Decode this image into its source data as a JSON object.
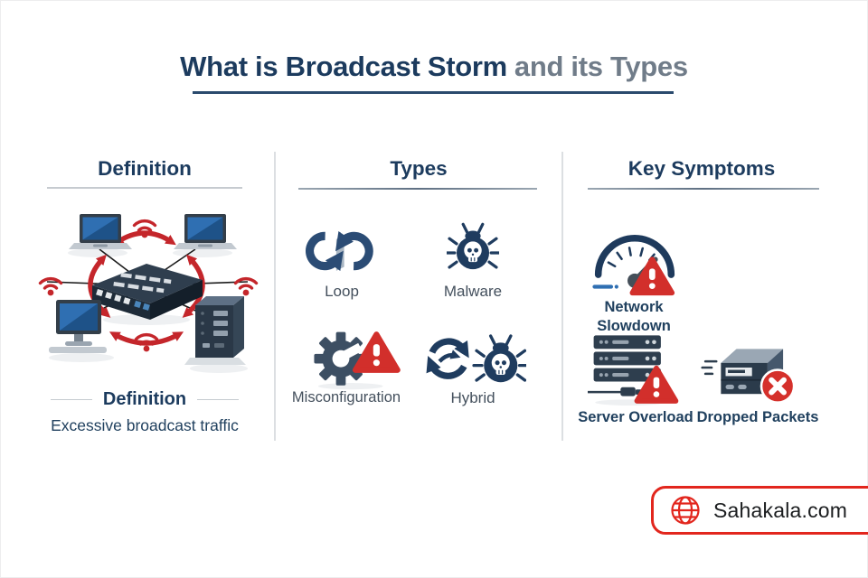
{
  "title": {
    "primary": "What is Broadcast Storm",
    "secondary": "and its Types"
  },
  "columns": {
    "definition": {
      "heading": "Definition",
      "caption_title": "Definition",
      "caption_text": "Excessive broadcast traffic",
      "diagram_icons": [
        "laptop-icon",
        "laptop-icon",
        "desktop-monitor-icon",
        "server-tower-icon",
        "network-switch-icon",
        "wifi-signal-icon",
        "broadcast-arrow-icon"
      ]
    },
    "types": {
      "heading": "Types",
      "items": [
        {
          "label": "Loop",
          "icon": "loop-arrows-icon"
        },
        {
          "label": "Malware",
          "icon": "malware-bug-skull-icon"
        },
        {
          "label": "Misconfiguration",
          "icon": "gear-warning-icon"
        },
        {
          "label": "Hybrid",
          "icon": "hybrid-refresh-bug-icon"
        }
      ]
    },
    "key_symptoms": {
      "heading": "Key Symptoms",
      "items": [
        {
          "label": "Network Slowdown",
          "icon": "speedometer-warning-icon"
        },
        {
          "label": "Server Overload",
          "icon": "server-stack-warning-icon"
        },
        {
          "label": "Dropped Packets",
          "icon": "router-dropped-icon"
        }
      ]
    }
  },
  "watermark": {
    "label": "Sahakala.com",
    "icon": "globe-icon"
  },
  "colors": {
    "title_navy": "#1c3b5e",
    "title_gray": "#707c89",
    "icon_navy": "#2b4c75",
    "bug_navy": "#1f3c5f",
    "gear_slate": "#3d4f63",
    "alert_red": "#d22f2b",
    "arrow_red": "#c4262b",
    "watermark_red": "#e2261d",
    "screen_blue": "#1e5288"
  }
}
